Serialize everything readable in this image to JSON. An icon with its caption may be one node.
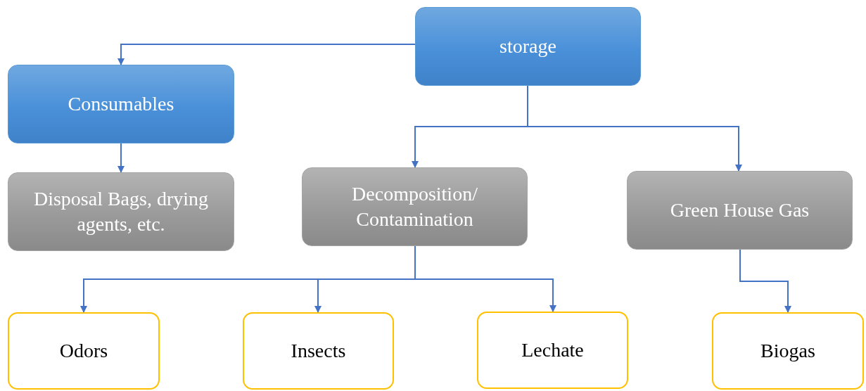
{
  "diagram": {
    "nodes": [
      {
        "text": [
          "storage"
        ]
      },
      {
        "text": [
          "Consumables"
        ]
      },
      {
        "text": [
          "Disposal Bags, drying agents, etc."
        ]
      },
      {
        "text": [
          "Decomposition/ Contamination"
        ]
      },
      {
        "text": [
          "Green House Gas"
        ]
      },
      {
        "text": [
          "Odors"
        ]
      },
      {
        "text": [
          "Insects"
        ]
      },
      {
        "text": [
          "Lechate"
        ]
      },
      {
        "text": [
          "Biogas"
        ]
      }
    ],
    "edges": [
      {
        "from": 0,
        "to": 1,
        "arrow": "to"
      },
      {
        "from": 1,
        "to": 2,
        "arrow": "to"
      },
      {
        "from": 0,
        "to": 3,
        "arrow": "to"
      },
      {
        "from": 0,
        "to": 4,
        "arrow": "to"
      },
      {
        "from": 3,
        "to": 5,
        "arrow": "to"
      },
      {
        "from": 3,
        "to": 6,
        "arrow": "to"
      },
      {
        "from": 3,
        "to": 7,
        "arrow": "to"
      },
      {
        "from": 4,
        "to": 8,
        "arrow": "to"
      }
    ]
  }
}
